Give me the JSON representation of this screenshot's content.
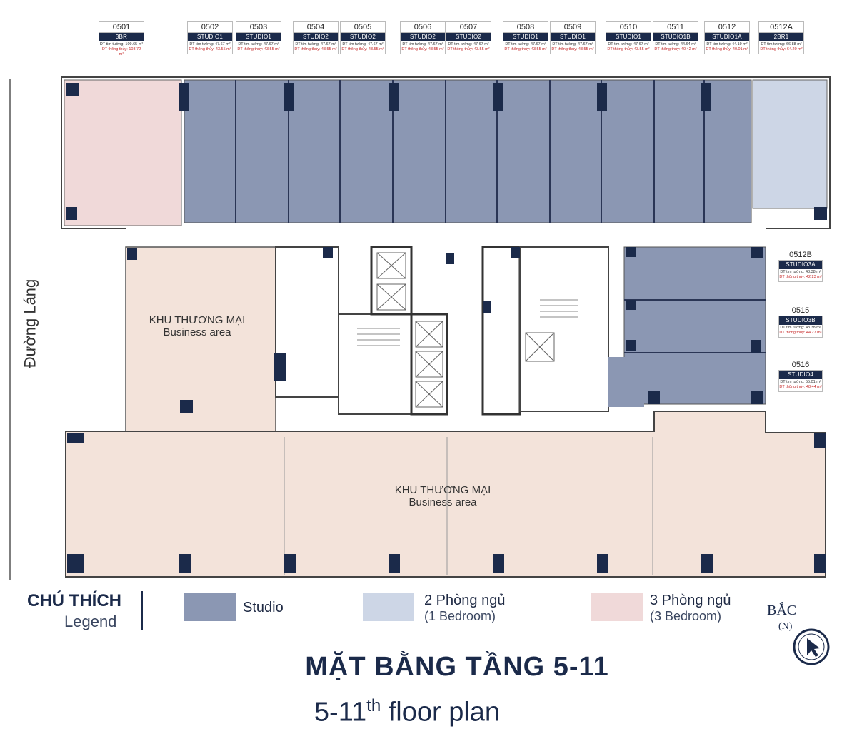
{
  "street_name": "Đường Láng",
  "units_top": [
    {
      "code": "0501",
      "type": "3BR",
      "area": "DT tim tường: 109.65 m²",
      "net": "DT thông thủy: 103.72 m²"
    },
    {
      "code": "0502",
      "type": "STUDIO1",
      "area": "DT tim tường: 47.67 m²",
      "net": "DT thông thủy: 43.55 m²"
    },
    {
      "code": "0503",
      "type": "STUDIO1",
      "area": "DT tim tường: 47.67 m²",
      "net": "DT thông thủy: 43.55 m²"
    },
    {
      "code": "0504",
      "type": "STUDIO2",
      "area": "DT tim tường: 47.67 m²",
      "net": "DT thông thủy: 43.55 m²"
    },
    {
      "code": "0505",
      "type": "STUDIO2",
      "area": "DT tim tường: 47.67 m²",
      "net": "DT thông thủy: 43.55 m²"
    },
    {
      "code": "0506",
      "type": "STUDIO2",
      "area": "DT tim tường: 47.67 m²",
      "net": "DT thông thủy: 43.55 m²"
    },
    {
      "code": "0507",
      "type": "STUDIO2",
      "area": "DT tim tường: 47.67 m²",
      "net": "DT thông thủy: 43.55 m²"
    },
    {
      "code": "0508",
      "type": "STUDIO1",
      "area": "DT tim tường: 47.67 m²",
      "net": "DT thông thủy: 43.55 m²"
    },
    {
      "code": "0509",
      "type": "STUDIO1",
      "area": "DT tim tường: 47.67 m²",
      "net": "DT thông thủy: 43.55 m²"
    },
    {
      "code": "0510",
      "type": "STUDIO1",
      "area": "DT tim tường: 47.67 m²",
      "net": "DT thông thủy: 43.55 m²"
    },
    {
      "code": "0511",
      "type": "STUDIO1B",
      "area": "DT tim tường: 44.64 m²",
      "net": "DT thông thủy: 40.42 m²"
    },
    {
      "code": "0512",
      "type": "STUDIO1A",
      "area": "DT tim tường: 44.19 m²",
      "net": "DT thông thủy: 40.01 m²"
    },
    {
      "code": "0512A",
      "type": "2BR1",
      "area": "DT tim tường: 66.88 m²",
      "net": "DT thông thủy: 64.20 m²"
    }
  ],
  "units_side": [
    {
      "code": "0512B",
      "type": "STUDIO3A",
      "area": "DT tim tường: 48.38 m²",
      "net": "DT thông thủy: 42.23 m²"
    },
    {
      "code": "0515",
      "type": "STUDIO3B",
      "area": "DT tim tường: 48.38 m²",
      "net": "DT thông thủy: 44.27 m²"
    },
    {
      "code": "0516",
      "type": "STUDIO4",
      "area": "DT tim tường: 55.01 m²",
      "net": "DT thông thủy: 48.44 m²"
    }
  ],
  "commercial_upper": {
    "vi": "KHU THƯƠNG MẠI",
    "en": "Business area"
  },
  "commercial_lower": {
    "vi": "KHU THƯƠNG MẠI",
    "en": "Business area"
  },
  "legend": {
    "title": "CHÚ THÍCH",
    "subtitle": "Legend",
    "items": [
      {
        "label": "Studio",
        "sub": "",
        "color": "#8b97b3"
      },
      {
        "label": "2 Phòng ngủ",
        "sub": "(1 Bedroom)",
        "color": "#cdd6e6"
      },
      {
        "label": "3 Phòng ngủ",
        "sub": "(3 Bedroom)",
        "color": "#f0d9d9"
      }
    ]
  },
  "north": {
    "label": "BẮC",
    "sub": "(N)"
  },
  "title": {
    "vi": "MẶT BẰNG TẦNG 5-11",
    "en_prefix": "5-11",
    "en_sup": "th",
    "en_suffix": " floor plan"
  },
  "colors": {
    "studio": "#8b97b3",
    "two_bed": "#cdd6e6",
    "three_bed": "#f0d9d9",
    "commercial": "#f3e3da",
    "column": "#1b2a4a",
    "wall": "#444444"
  }
}
